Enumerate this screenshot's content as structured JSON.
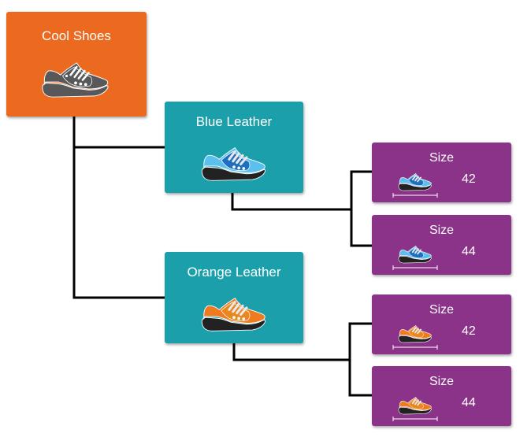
{
  "diagram": {
    "type": "tree",
    "colors": {
      "root": "#EB6A1F",
      "branch": "#1A9FAB",
      "leaf": "#8B3388",
      "connector": "#000000"
    },
    "root": {
      "label": "Cool Shoes",
      "icon": "shoe-icon-gray",
      "children": [
        {
          "label": "Blue Leather",
          "icon": "shoe-icon-blue",
          "children": [
            {
              "label": "Size",
              "value": "42",
              "icon": "shoe-icon-blue"
            },
            {
              "label": "Size",
              "value": "44",
              "icon": "shoe-icon-blue"
            }
          ]
        },
        {
          "label": "Orange Leather",
          "icon": "shoe-icon-orange",
          "children": [
            {
              "label": "Size",
              "value": "42",
              "icon": "shoe-icon-orange"
            },
            {
              "label": "Size",
              "value": "44",
              "icon": "shoe-icon-orange"
            }
          ]
        }
      ]
    }
  }
}
